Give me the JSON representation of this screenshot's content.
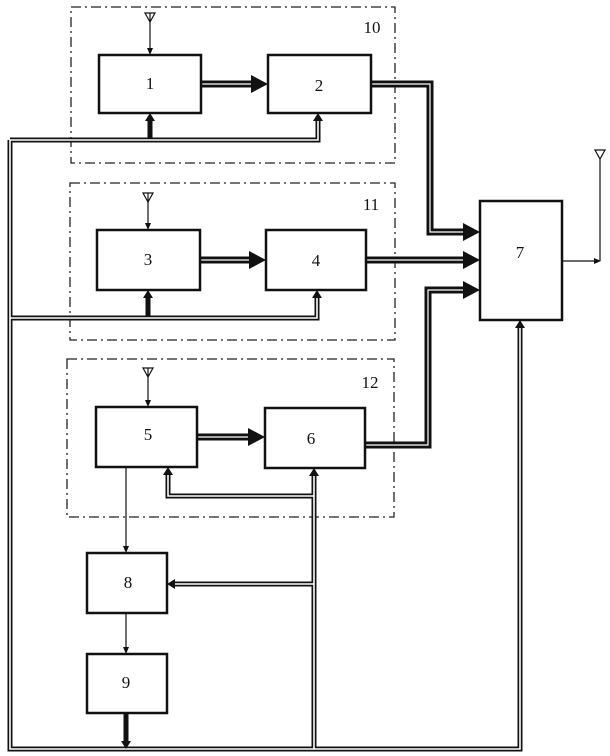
{
  "diagram": {
    "groups": [
      {
        "label": "10"
      },
      {
        "label": "11"
      },
      {
        "label": "12"
      }
    ],
    "blocks": [
      {
        "label": "1"
      },
      {
        "label": "2"
      },
      {
        "label": "3"
      },
      {
        "label": "4"
      },
      {
        "label": "5"
      },
      {
        "label": "6"
      },
      {
        "label": "7"
      },
      {
        "label": "8"
      },
      {
        "label": "9"
      }
    ],
    "colors": {
      "line": "#111111",
      "background": "#ffffff"
    }
  }
}
